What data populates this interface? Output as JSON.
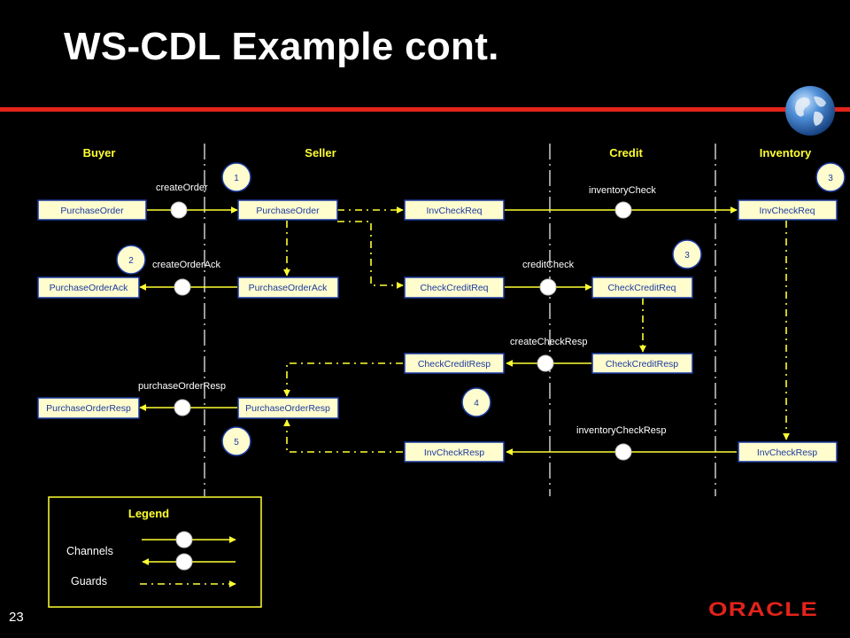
{
  "slide": {
    "title": "WS-CDL Example cont.",
    "page_number": "23",
    "logo_text": "ORACLE",
    "accent_color": "#e2231a",
    "box_color": "#fffcce",
    "line_color": "#ffff33"
  },
  "diagram": {
    "lanes": {
      "buyer": "Buyer",
      "seller": "Seller",
      "credit": "Credit",
      "inventory": "Inventory"
    },
    "boxes": {
      "buyer_po": "PurchaseOrder",
      "seller_po": "PurchaseOrder",
      "seller_invreq": "InvCheckReq",
      "inv_invreq": "InvCheckReq",
      "buyer_poack": "PurchaseOrderAck",
      "seller_poack": "PurchaseOrderAck",
      "seller_ccreq": "CheckCreditReq",
      "credit_ccreq": "CheckCreditReq",
      "seller_ccresp": "CheckCreditResp",
      "credit_ccresp": "CheckCreditResp",
      "buyer_poresp": "PurchaseOrderResp",
      "seller_poresp": "PurchaseOrderResp",
      "seller_invresp": "InvCheckResp",
      "inv_invresp": "InvCheckResp"
    },
    "channels": {
      "create_order": "createOrder",
      "inventory_check": "inventoryCheck",
      "create_order_ack": "createOrderAck",
      "credit_check": "creditCheck",
      "create_check_resp": "createCheckResp",
      "purchase_order_resp": "purchaseOrderResp",
      "inventory_check_resp": "inventoryCheckResp"
    },
    "steps": {
      "s1": "1",
      "s2": "2",
      "s3a": "3",
      "s3b": "3",
      "s4": "4",
      "s5": "5"
    },
    "legend": {
      "title": "Legend",
      "channels": "Channels",
      "guards": "Guards"
    }
  }
}
